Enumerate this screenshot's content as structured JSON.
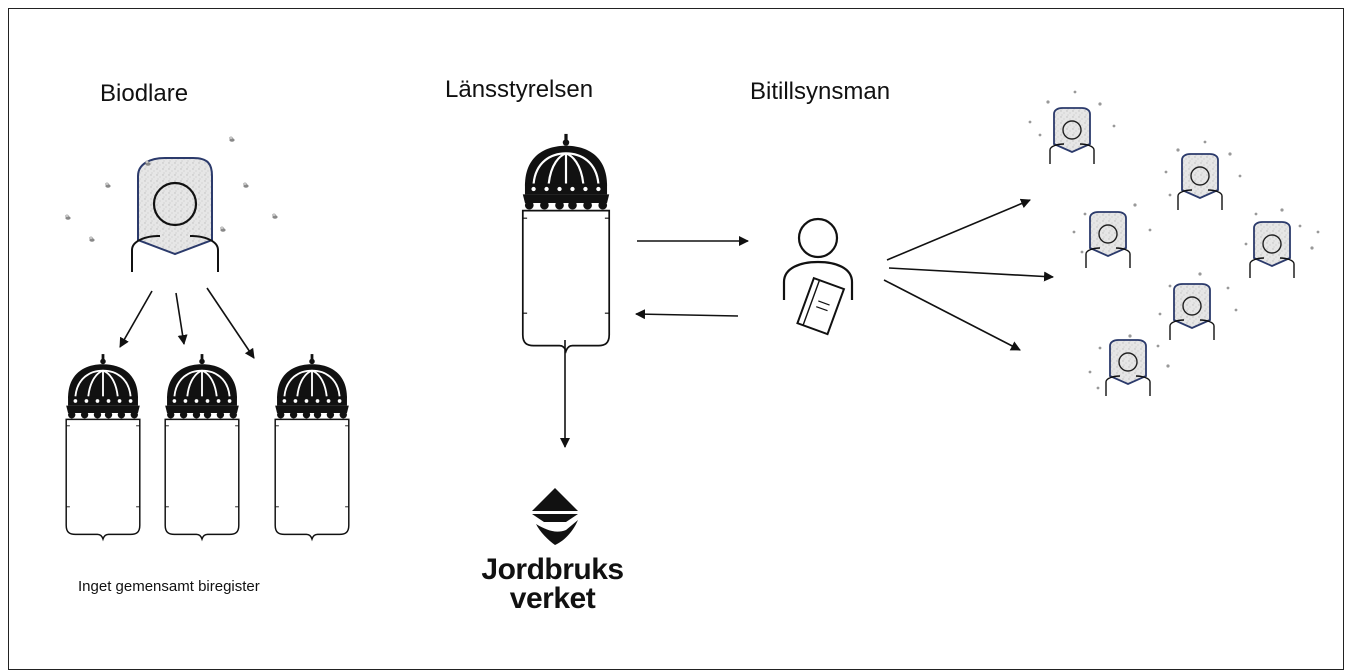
{
  "labels": {
    "beekeeper": "Biodlare",
    "county_board": "Länsstyrelsen",
    "bee_inspector": "Bitillsynsman"
  },
  "caption": "Inget gemensamt biregister",
  "logo": {
    "line1": "Jordbruks",
    "line2": "verket"
  },
  "colors": {
    "stroke": "#111111",
    "hive_outline": "#2b3a6b",
    "hive_fill": "#e4e4e4"
  },
  "icons": [
    "beekeeper-hive-icon",
    "crown-shield-icon",
    "inspector-person-icon",
    "jordbruksverket-logo-icon",
    "beehive-icon"
  ]
}
